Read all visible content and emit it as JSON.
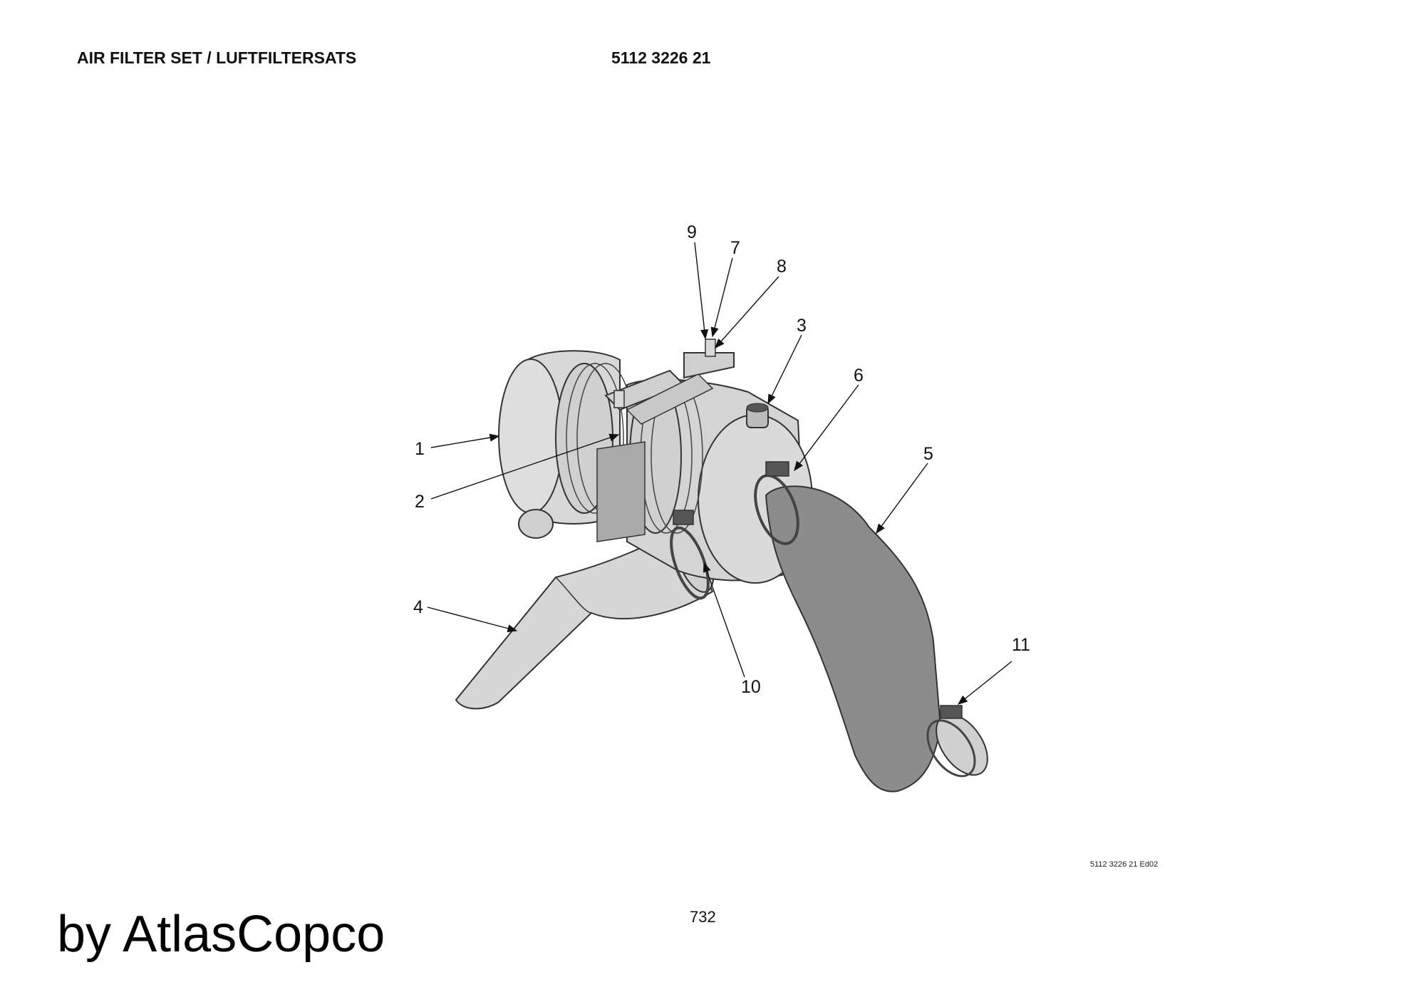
{
  "header": {
    "title": "AIR FILTER SET / LUFTFILTERSATS",
    "part_number": "5112 3226 21"
  },
  "callouts": [
    "1",
    "2",
    "3",
    "4",
    "5",
    "6",
    "7",
    "8",
    "9",
    "10",
    "11"
  ],
  "drawing_ref": "5112 3226 21 Ed02",
  "page_number": "732",
  "brand": "by AtlasCopco",
  "colors": {
    "body": "#d6d6d6",
    "hose": "#8c8c8c",
    "line": "#333333"
  }
}
